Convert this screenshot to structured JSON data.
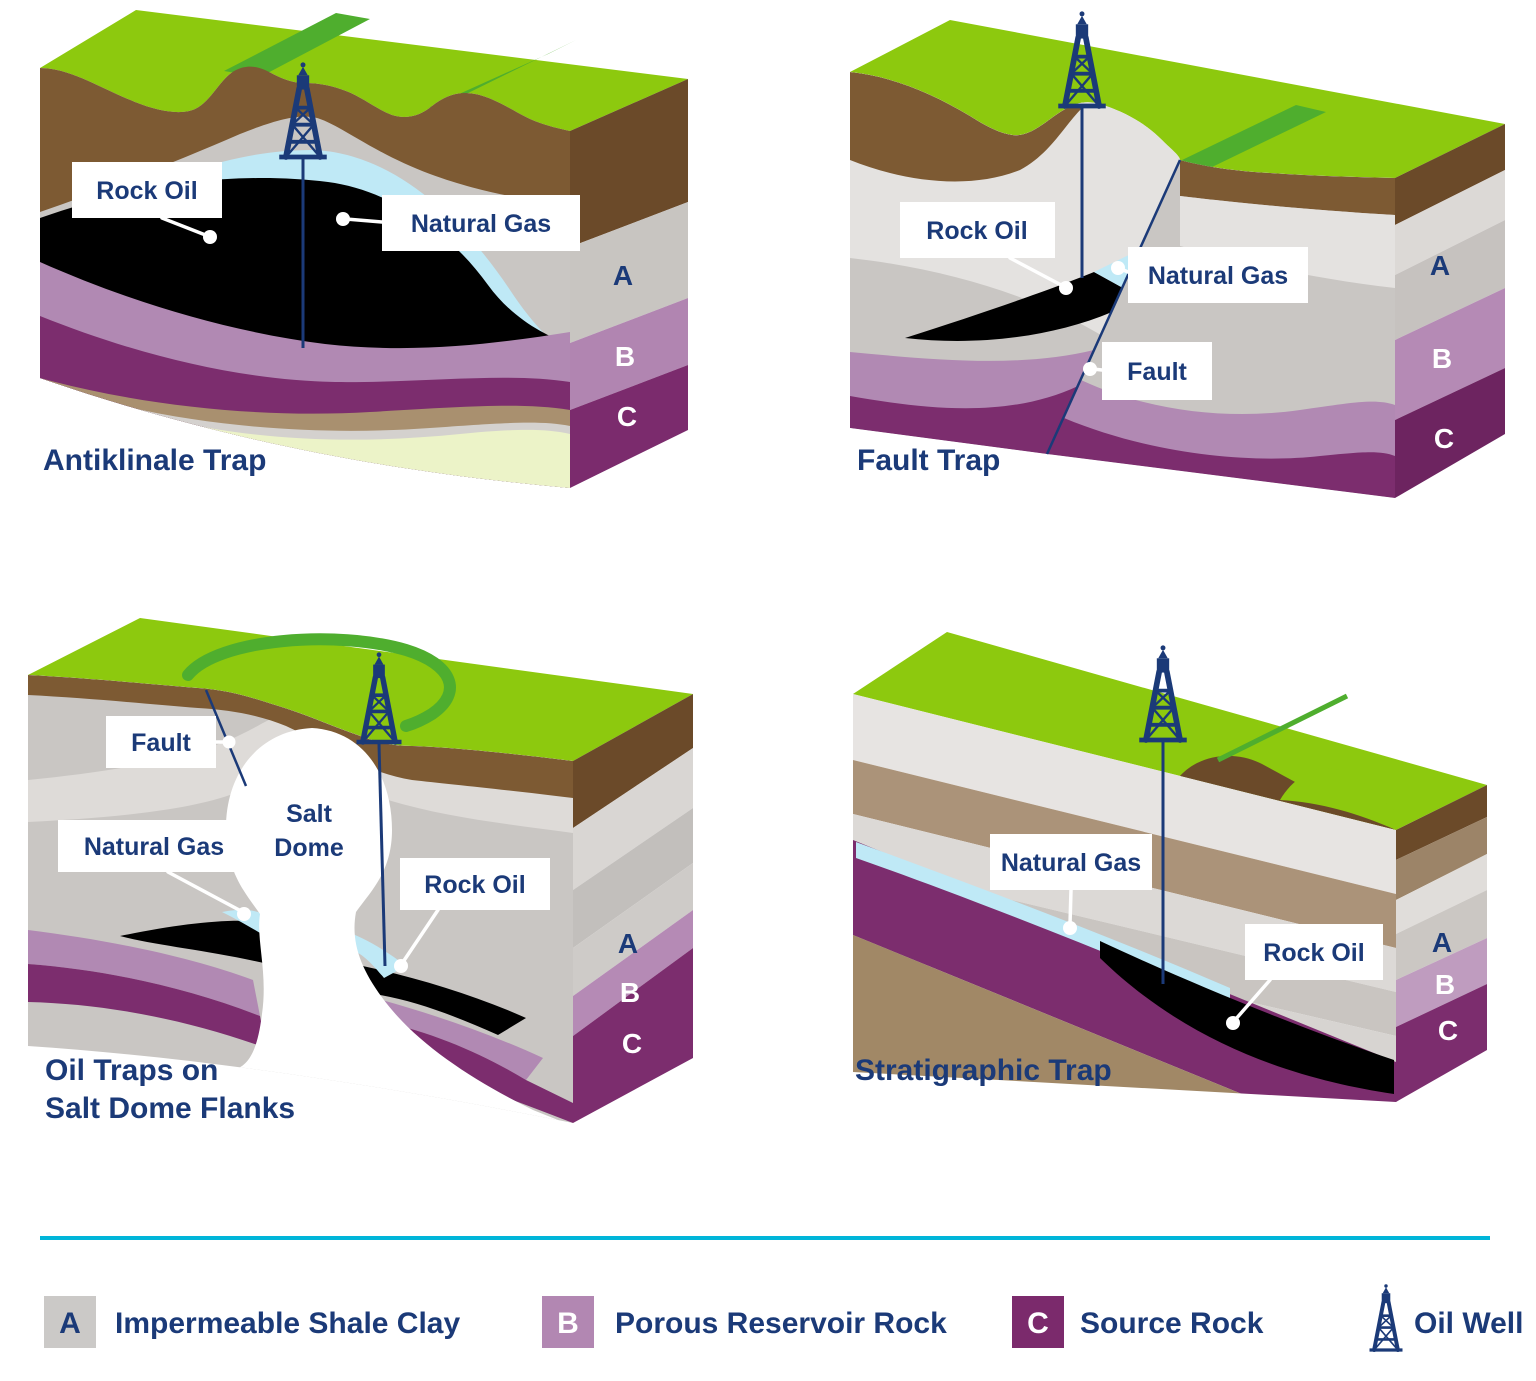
{
  "panels": {
    "anticline": {
      "title": "Antiklinale Trap",
      "labels": {
        "rock_oil": "Rock Oil",
        "natural_gas": "Natural Gas"
      },
      "letters": {
        "a": "A",
        "b": "B",
        "c": "C"
      }
    },
    "fault": {
      "title": "Fault Trap",
      "labels": {
        "rock_oil": "Rock Oil",
        "natural_gas": "Natural Gas",
        "fault": "Fault"
      },
      "letters": {
        "a": "A",
        "b": "B",
        "c": "C"
      }
    },
    "salt_dome": {
      "title_line1": "Oil Traps on",
      "title_line2": "Salt Dome Flanks",
      "labels": {
        "fault": "Fault",
        "natural_gas": "Natural Gas",
        "salt_dome_line1": "Salt",
        "salt_dome_line2": "Dome",
        "rock_oil": "Rock Oil"
      },
      "letters": {
        "a": "A",
        "b": "B",
        "c": "C"
      }
    },
    "stratigraphic": {
      "title": "Stratigraphic Trap",
      "labels": {
        "natural_gas": "Natural Gas",
        "rock_oil": "Rock Oil"
      },
      "letters": {
        "a": "A",
        "b": "B",
        "c": "C"
      }
    }
  },
  "legend": {
    "items": [
      {
        "letter": "A",
        "label": "Impermeable Shale Clay",
        "color": "#cbc9c7",
        "letter_color": "#1b3a78"
      },
      {
        "letter": "B",
        "label": "Porous Reservoir Rock",
        "color": "#b287b2",
        "letter_color": "#ffffff"
      },
      {
        "letter": "C",
        "label": "Source Rock",
        "color": "#7b2a6c",
        "letter_color": "#ffffff"
      }
    ],
    "oil_well_label": "Oil Well"
  },
  "colors": {
    "accent_navy": "#1b3a78",
    "divider_cyan": "#00b5d9",
    "grass_green": "#8dc90e",
    "ridge_green": "#4fae2e",
    "natural_gas_blue": "#bfe9f6",
    "rock_oil_black": "#000000"
  }
}
